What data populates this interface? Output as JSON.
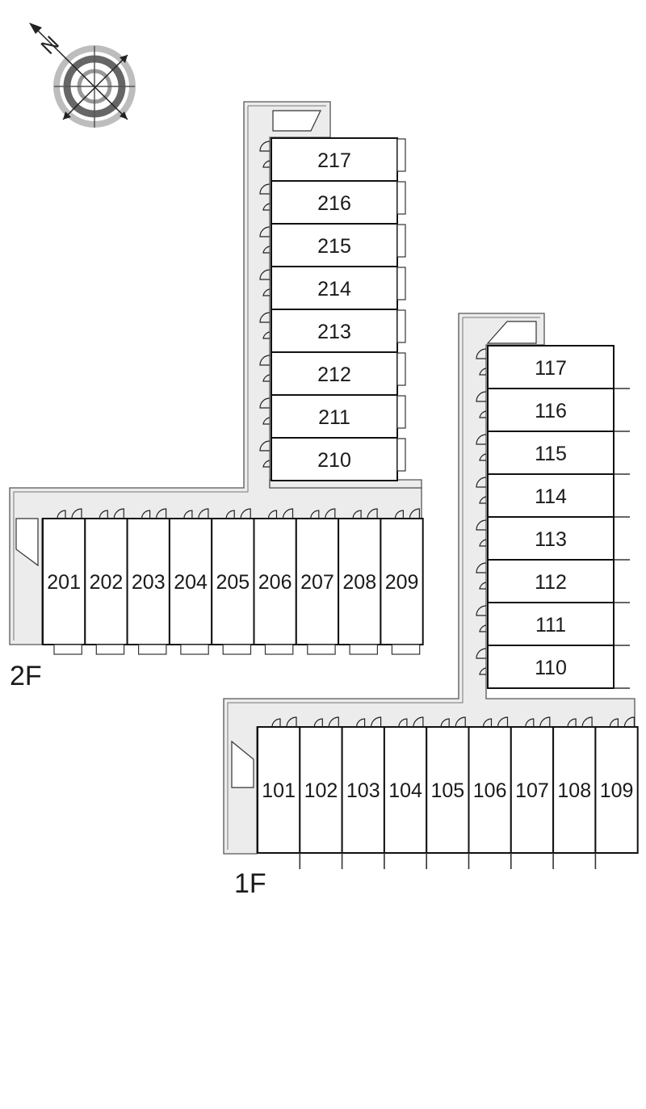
{
  "compass": {
    "north_label": "N",
    "icon": "compass-icon"
  },
  "floors": [
    {
      "id": "2F",
      "label": "2F",
      "row_units": [
        "201",
        "202",
        "203",
        "204",
        "205",
        "206",
        "207",
        "208",
        "209"
      ],
      "column_units": [
        "217",
        "216",
        "215",
        "214",
        "213",
        "212",
        "211",
        "210"
      ]
    },
    {
      "id": "1F",
      "label": "1F",
      "row_units": [
        "101",
        "102",
        "103",
        "104",
        "105",
        "106",
        "107",
        "108",
        "109"
      ],
      "column_units": [
        "117",
        "116",
        "115",
        "114",
        "113",
        "112",
        "111",
        "110"
      ]
    }
  ]
}
